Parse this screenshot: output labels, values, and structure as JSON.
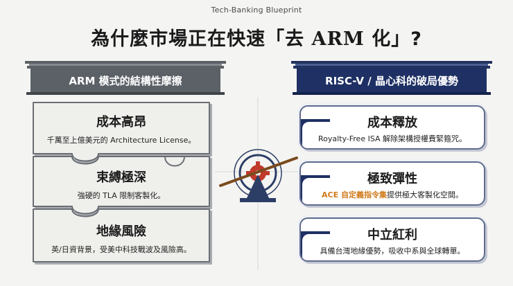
{
  "brand": "Tech-Banking Blueprint",
  "title": {
    "prefix": "為什麼市場正在快速「去 ",
    "arm": "ARM",
    "suffix": " 化」?"
  },
  "left": {
    "header": "ARM 模式的結構性摩擦",
    "items": [
      {
        "title": "成本高昂",
        "desc": "千萬至上億美元的 Architecture License。"
      },
      {
        "title": "束縛極深",
        "desc": "強硬的 TLA 限制客製化。"
      },
      {
        "title": "地緣風險",
        "desc": "英/日資背景，受美中科技戰波及風險高。"
      }
    ]
  },
  "right": {
    "header": "RISC-V / 晶心科的破局優勢",
    "items": [
      {
        "title": "成本釋放",
        "desc": "Royalty-Free ISA 解除架構授權費緊箍咒。"
      },
      {
        "title": "極致彈性",
        "desc_highlight": "ACE 自定義指令集",
        "desc_rest": "提供極大客製化空間。"
      },
      {
        "title": "中立紅利",
        "desc": "具備台灣地緣優勢，吸收中系與全球轉單。"
      }
    ]
  },
  "colors": {
    "left_header": "#5b6167",
    "right_header": "#1e3064",
    "highlight": "#d07a1a",
    "gear_accent": "#c0392b"
  },
  "icons": [
    "gear-icon",
    "lever-icon"
  ]
}
